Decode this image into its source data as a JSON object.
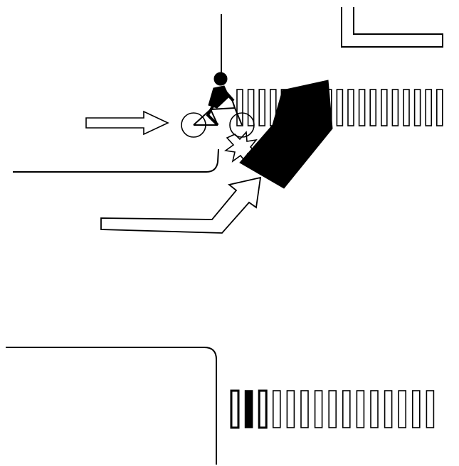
{
  "diagram": {
    "kind": "traffic-accident-sketch",
    "colors": {
      "background": "#ffffff",
      "line": "#000000",
      "fill_dark": "#000000",
      "fill_light": "#ffffff"
    },
    "crosswalks": [
      {
        "id": "upper",
        "stripe_count": 19,
        "dark_stripes": [],
        "partially_hidden_by_vehicle": true
      },
      {
        "id": "lower",
        "stripe_count": 15,
        "dark_stripes": [
          1
        ],
        "bold_outline_stripes": [
          0,
          2
        ]
      }
    ],
    "actors": [
      {
        "id": "cyclist",
        "icon": "bicycle-rider-icon"
      },
      {
        "id": "vehicle",
        "icon": "vehicle-block-icon"
      }
    ],
    "movements": [
      {
        "id": "cyclist-direction",
        "icon": "straight-arrow-icon"
      },
      {
        "id": "vehicle-direction",
        "icon": "right-turn-arrow-icon"
      }
    ],
    "impact": {
      "icon": "collision-burst-icon"
    }
  }
}
